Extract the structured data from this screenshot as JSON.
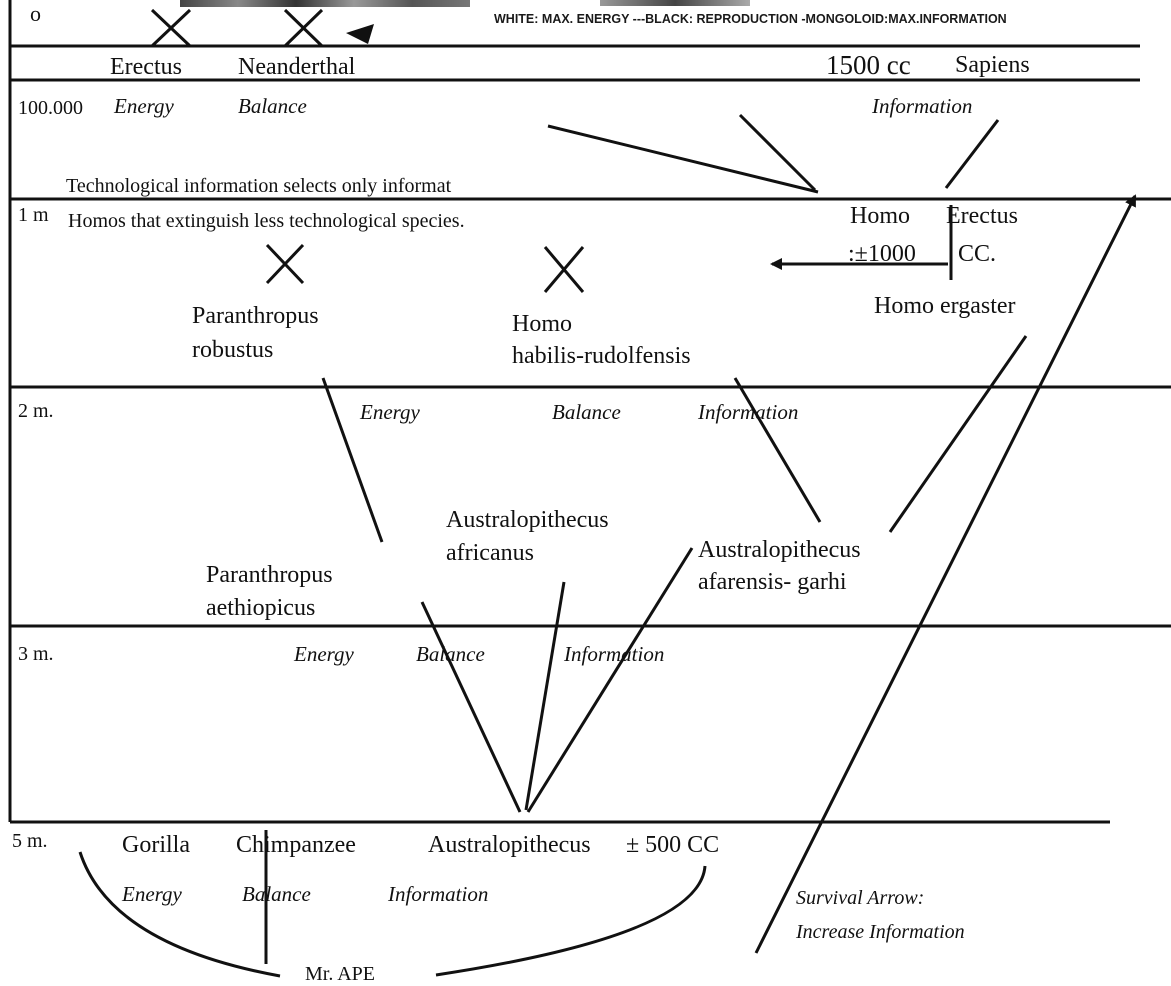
{
  "header": {
    "legend": "WHITE: MAX. ENERGY ---BLACK: REPRODUCTION -MONGOLOID:MAX.INFORMATION",
    "top_tick": "o"
  },
  "time_labels": {
    "t100k": "100.000",
    "t1m": "1 m",
    "t2m": "2 m.",
    "t3m": "3 m.",
    "t5m": "5 m."
  },
  "species": {
    "erectus_top": "Erectus",
    "neanderthal": "Neanderthal",
    "brain_1500": "1500 cc",
    "sapiens": "Sapiens",
    "homo_erectus_1": "Homo",
    "homo_erectus_2": "Erectus",
    "homo_erectus_cc_1": ":±1000",
    "homo_erectus_cc_2": "CC.",
    "homo_ergaster": "Homo ergaster",
    "paranthropus_robustus_1": "Paranthropus",
    "paranthropus_robustus_2": "robustus",
    "homo_habilis_1": "Homo",
    "homo_habilis_2": "habilis-rudolfensis",
    "australopithecus_africanus_1": "Australopithecus",
    "australopithecus_africanus_2": "africanus",
    "australopithecus_afarensis_1": "Australopithecus",
    "australopithecus_afarensis_2": "afarensis- garhi",
    "paranthropus_aethiopicus_1": "Paranthropus",
    "paranthropus_aethiopicus_2": "aethiopicus",
    "gorilla": "Gorilla",
    "chimpanzee": "Chimpanzee",
    "australopithecus_base": "Australopithecus",
    "brain_500": "± 500 CC",
    "mr_ape": "Mr. APE"
  },
  "row_labels": {
    "r100k": [
      "Energy",
      "Balance",
      "Information"
    ],
    "r2m": [
      "Energy",
      "Balance",
      "Information"
    ],
    "r3m": [
      "Energy",
      "Balance",
      "Information"
    ],
    "r5m": [
      "Energy",
      "Balance",
      "Information"
    ]
  },
  "notes": {
    "tech_line_1": "Technological information selects only informat",
    "tech_line_2": "Homos that extinguish less technological species.",
    "survival_1": "Survival Arrow:",
    "survival_2": "Increase Information"
  },
  "colors": {
    "ink": "#111111",
    "background": "#ffffff"
  }
}
